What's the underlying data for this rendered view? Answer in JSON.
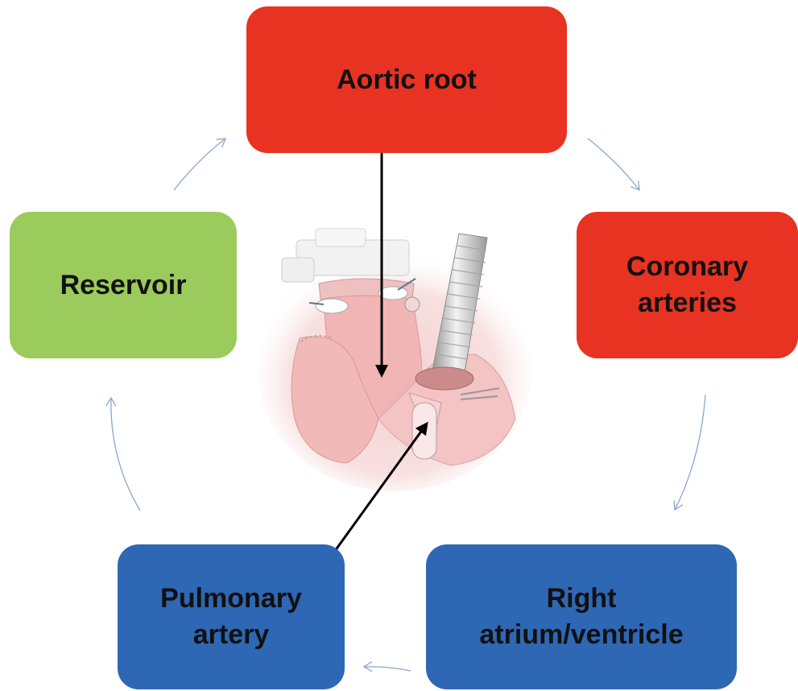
{
  "diagram": {
    "colors": {
      "oxygenated": "#e83222",
      "deoxygenated": "#2e67b4",
      "reservoir": "#9bcb5c",
      "cycle_arrow": "#8aa6cf",
      "pointer_arrow": "#000000"
    },
    "nodes": [
      {
        "id": "aortic-root",
        "label": "Aortic root"
      },
      {
        "id": "coronary-arteries",
        "label": "Coronary\narteries"
      },
      {
        "id": "right-atrium",
        "label": "Right\natrium/ventricle"
      },
      {
        "id": "pulmonary-artery",
        "label": "Pulmonary\nartery"
      },
      {
        "id": "reservoir",
        "label": "Reservoir"
      }
    ],
    "cycle": [
      "aortic-root",
      "coronary-arteries",
      "right-atrium",
      "pulmonary-artery",
      "reservoir",
      "aortic-root"
    ],
    "illustration": "heart-with-cannulas-illustration"
  }
}
